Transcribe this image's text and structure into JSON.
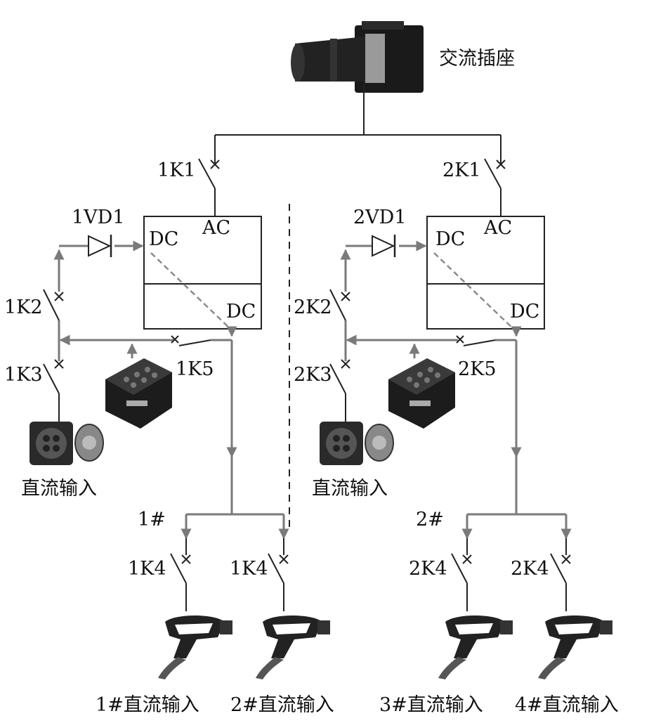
{
  "labels": {
    "ac_socket": "交流插座",
    "sw_1k1": "1K1",
    "sw_2k1": "2K1",
    "diode_1": "1VD1",
    "diode_2": "2VD1",
    "conv1_dc_in": "DC",
    "conv1_ac": "AC",
    "conv1_dc_out": "DC",
    "conv2_dc_in": "DC",
    "conv2_ac": "AC",
    "conv2_dc_out": "DC",
    "sw_1k2": "1K2",
    "sw_2k2": "2K2",
    "sw_1k3": "1K3",
    "sw_2k3": "2K3",
    "sw_1k5": "1K5",
    "sw_2k5": "2K5",
    "dc_input_1": "直流输入",
    "dc_input_2": "直流输入",
    "bus_1": "1#",
    "bus_2": "2#",
    "sw_1k4_a": "1K4",
    "sw_1k4_b": "1K4",
    "sw_2k4_a": "2K4",
    "sw_2k4_b": "2K4",
    "gun_1": "1#直流输入",
    "gun_2": "2#直流输入",
    "gun_3": "3#直流输入",
    "gun_4": "4#直流输入"
  },
  "icons": {
    "ac_socket": "ac-socket-icon",
    "battery": "battery-pack-icon",
    "dc_inlet": "dc-charging-inlet-icon",
    "gun": "charging-gun-icon"
  }
}
